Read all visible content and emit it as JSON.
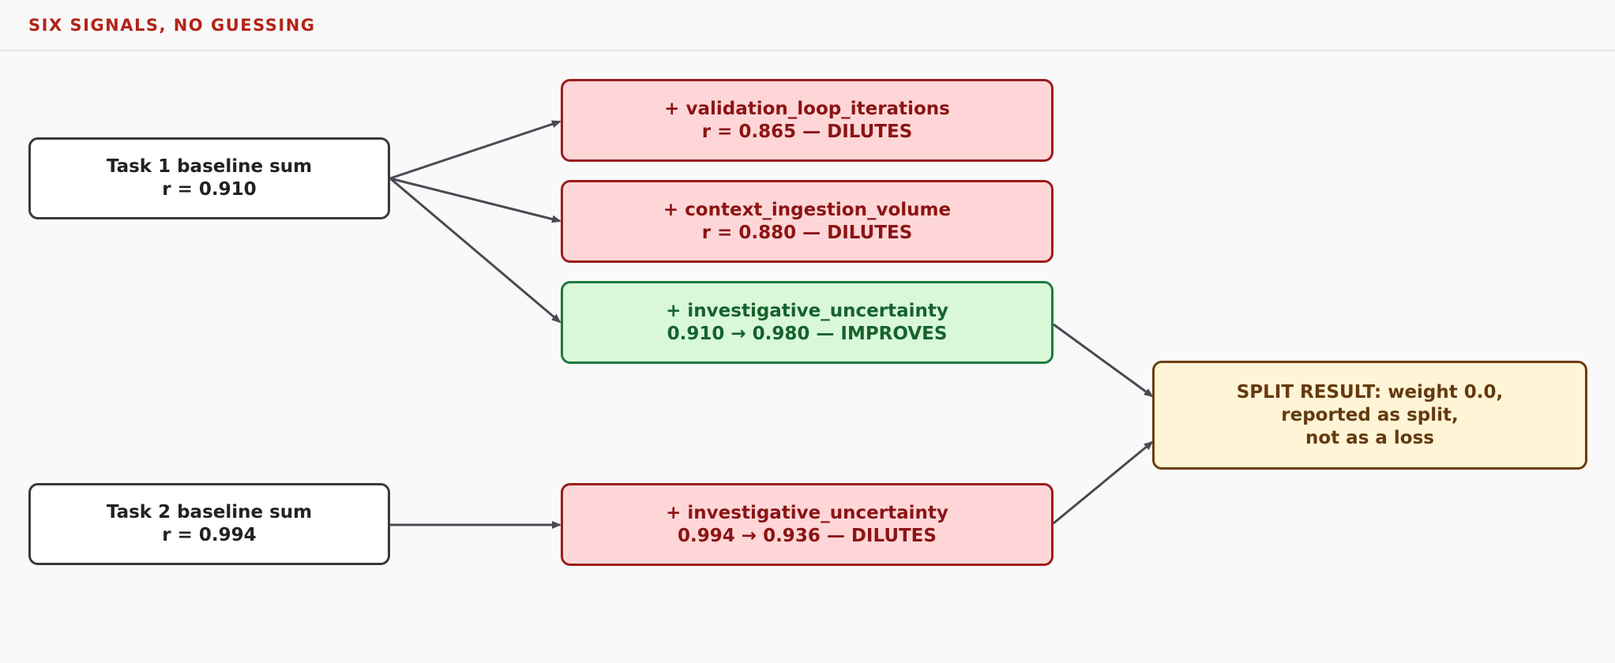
{
  "header": {
    "title": "SIX SIGNALS, NO GUESSING"
  },
  "nodes": {
    "task1": {
      "line1": "Task 1 baseline sum",
      "line2": "r = 0.910"
    },
    "task2": {
      "line1": "Task 2 baseline sum",
      "line2": "r = 0.994"
    },
    "validation": {
      "line1": "+ validation_loop_iterations",
      "line2": "r = 0.865 — DILUTES"
    },
    "context": {
      "line1": "+ context_ingestion_volume",
      "line2": "r = 0.880 — DILUTES"
    },
    "investigative_t1": {
      "line1": "+ investigative_uncertainty",
      "line2": "0.910 → 0.980 — IMPROVES"
    },
    "investigative_t2": {
      "line1": "+ investigative_uncertainty",
      "line2": "0.994 → 0.936 — DILUTES"
    },
    "split": {
      "line1": "SPLIT RESULT: weight 0.0,",
      "line2": "reported as split,",
      "line3": "not as a loss"
    }
  },
  "colors": {
    "edge": "#4a4a55",
    "dilutes_border": "#9b1c1c",
    "improves_border": "#1e7a3c",
    "result_border": "#6b3d12"
  }
}
